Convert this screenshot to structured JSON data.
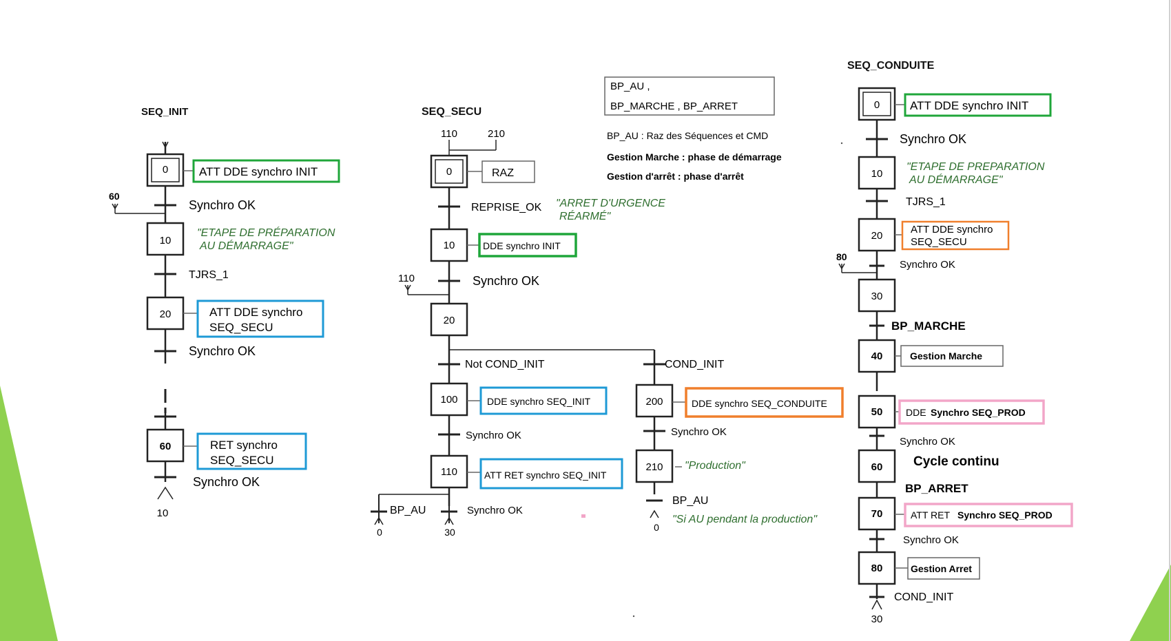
{
  "colors": {
    "line": "#222222",
    "green": "#1fa63a",
    "blue": "#1e9ad6",
    "orange": "#f07f2c",
    "pink": "#f2a6c8",
    "gray": "#666666",
    "comment": "#2e6e2e",
    "accent": "#8fd14f"
  },
  "seq_init": {
    "title": "SEQ_INIT",
    "steps": [
      "0",
      "10",
      "20",
      "60"
    ],
    "actions": [
      "ATT DDE synchro INIT",
      "ATT DDE synchro",
      "SEQ_SECU",
      "RET synchro",
      "SEQ_SECU"
    ],
    "comment": [
      "\"ETAPE DE PRÉPARATION",
      "AU DÉMARRAGE\""
    ],
    "transitions": [
      "Synchro OK",
      "TJRS_1",
      "Synchro OK",
      "Synchro OK"
    ],
    "jump_from": "60",
    "jump_to": "10"
  },
  "seq_secu": {
    "title": "SEQ_SECU",
    "entry_from": [
      "110",
      "210"
    ],
    "steps": [
      "0",
      "10",
      "20",
      "100",
      "110",
      "200",
      "210"
    ],
    "actions": [
      "RAZ",
      "DDE synchro INIT",
      "DDE synchro SEQ_INIT",
      "ATT RET synchro SEQ_INIT",
      "DDE synchro SEQ_CONDUITE"
    ],
    "comments": [
      "\"ARRET D'URGENCE",
      "RÉARMÉ\"",
      "\"Production\"",
      "\"Si AU pendant la production\""
    ],
    "transitions": [
      "REPRISE_OK",
      "Synchro OK",
      "Not COND_INIT",
      "COND_INIT",
      "Synchro OK",
      "Synchro OK",
      "BP_AU",
      "Synchro OK",
      "BP_AU"
    ],
    "jump_from": "110",
    "jump_targets": [
      "0",
      "30",
      "0"
    ]
  },
  "legend": {
    "box_line1": "BP_AU ,",
    "box_line2": "BP_MARCHE ,   BP_ARRET",
    "notes": [
      "BP_AU : Raz des Séquences et CMD",
      "Gestion Marche :  phase de démarrage",
      "Gestion d'arrêt : phase d'arrêt"
    ]
  },
  "seq_conduite": {
    "title": "SEQ_CONDUITE",
    "steps": [
      "0",
      "10",
      "20",
      "30",
      "40",
      "50",
      "60",
      "70",
      "80"
    ],
    "actions": [
      "ATT DDE synchro INIT",
      "ATT DDE synchro",
      "SEQ_SECU",
      "Gestion Marche",
      "DDE",
      "Synchro SEQ_PROD",
      "Cycle continu",
      "ATT RET",
      "Synchro SEQ_PROD",
      "Gestion Arret"
    ],
    "comment": [
      "\"ETAPE DE PREPARATION",
      "AU DÉMARRAGE\""
    ],
    "transitions": [
      "Synchro OK",
      "TJRS_1",
      "Synchro OK",
      "BP_MARCHE",
      "Synchro OK",
      "BP_ARRET",
      "Synchro OK",
      "COND_INIT"
    ],
    "jump_from": "80",
    "jump_to": "30"
  }
}
